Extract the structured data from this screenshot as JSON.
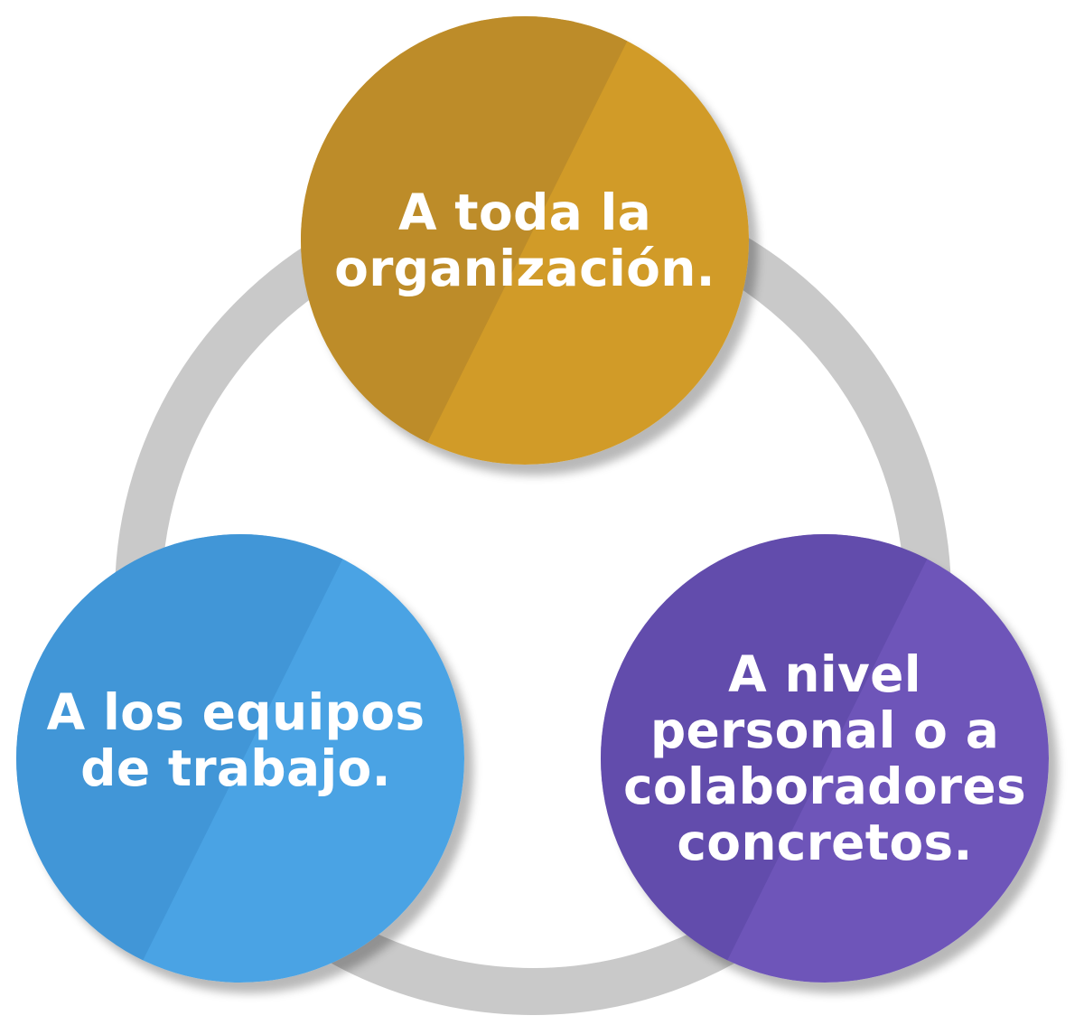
{
  "diagram": {
    "type": "cycle",
    "ring_color": "#c9c9c9",
    "nodes": [
      {
        "id": "top",
        "label": "A toda la\norganización.",
        "color": "#d19b28",
        "shade_color": "#b5872a"
      },
      {
        "id": "left",
        "label": "A los equipos\nde trabajo.",
        "color": "#4aa3e4",
        "shade_color": "#3f92d3"
      },
      {
        "id": "right",
        "label": "A nivel\npersonal o a\ncolaboradores\nconcretos.",
        "color": "#6e55b9",
        "shade_color": "#5f4aa8"
      }
    ]
  }
}
